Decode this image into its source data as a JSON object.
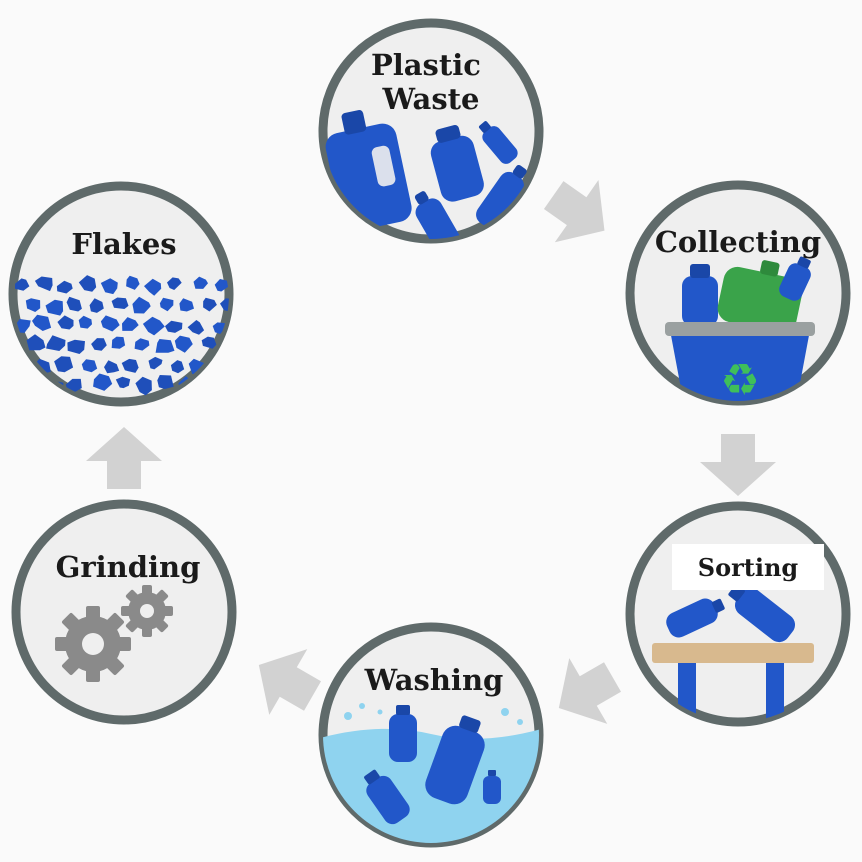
{
  "diagram": {
    "stages": [
      {
        "id": "plastic-waste",
        "lines": [
          "Plastic",
          "Waste"
        ]
      },
      {
        "id": "collecting",
        "lines": [
          "Collecting"
        ]
      },
      {
        "id": "sorting",
        "lines": [
          "Sorting"
        ]
      },
      {
        "id": "washing",
        "lines": [
          "Washing"
        ]
      },
      {
        "id": "grinding",
        "lines": [
          "Grinding"
        ]
      },
      {
        "id": "flakes",
        "lines": [
          "Flakes"
        ]
      }
    ],
    "colors": {
      "ring": "#5f6a6a",
      "disc": "#efefef",
      "plastic_blue": "#2257c9",
      "bottle_green": "#3aa34a",
      "recycle_green": "#3fbf5a",
      "water": "#8fd3ef",
      "gear": "#8a8a8a",
      "arrow": "#d2d2d2",
      "table": "#d8b98e"
    }
  }
}
